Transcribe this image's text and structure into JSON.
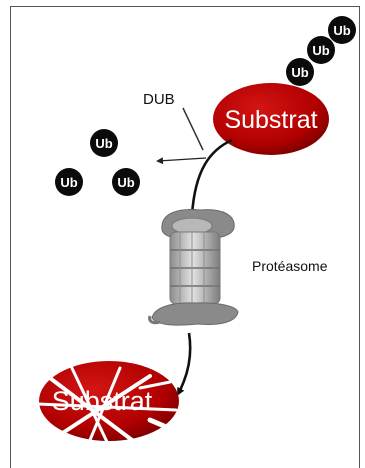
{
  "ub_label": "Ub",
  "substrate_label": "Substrat",
  "dub_label": "DUB",
  "proteasome_label": "Protéasome",
  "colors": {
    "substrate_red": "#c00000",
    "ub_black": "#0b0b0b",
    "proteasome_gray": "#9a9a9a"
  }
}
